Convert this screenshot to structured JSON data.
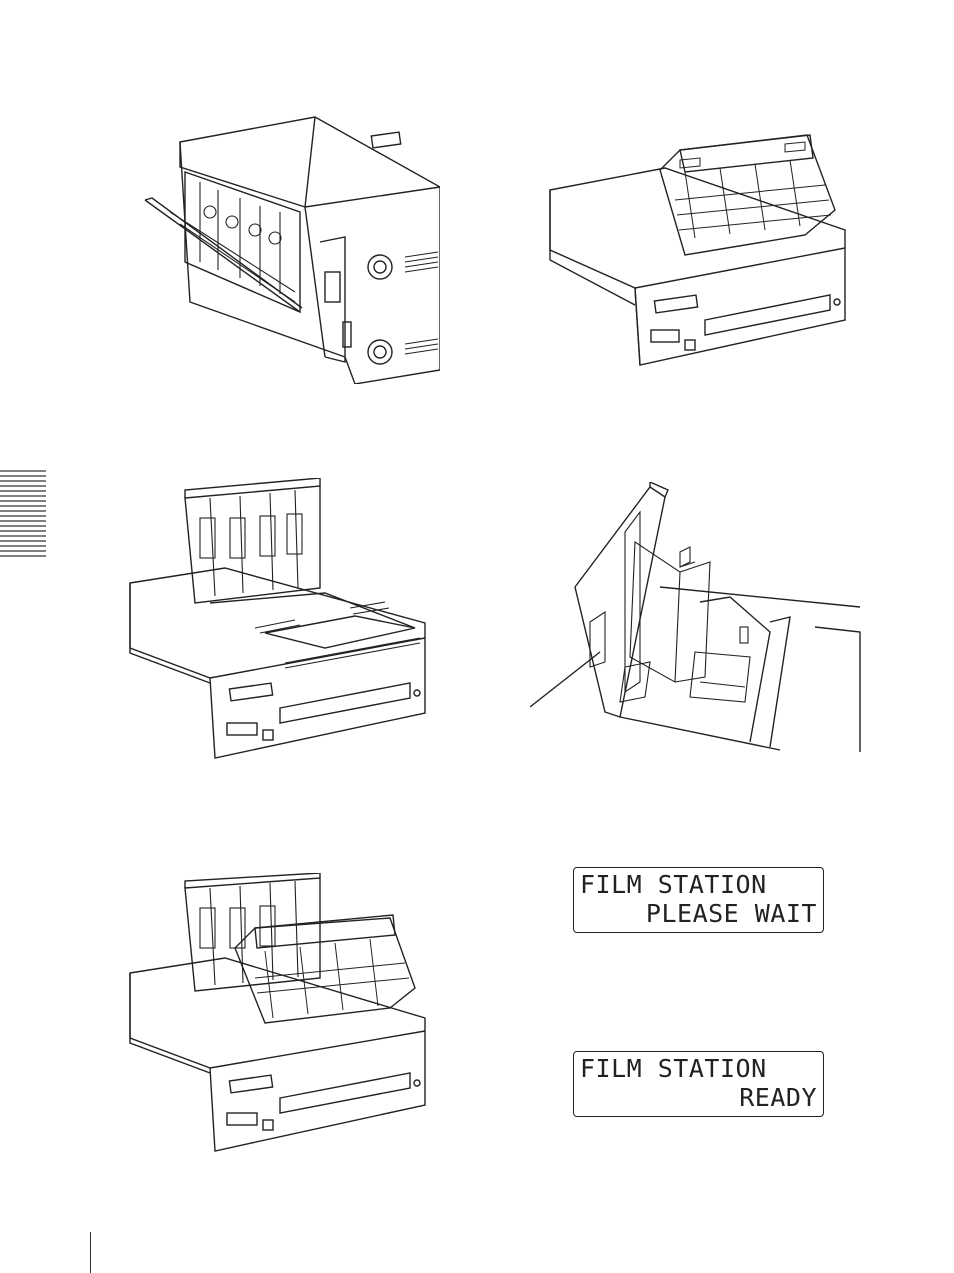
{
  "page": {
    "background": "#ffffff",
    "line_color": "#222222"
  },
  "figures": [
    {
      "id": "printer-rear-paper-tray",
      "icon": "printer-rear-view-illustration"
    },
    {
      "id": "printer-front-lid-open",
      "icon": "printer-front-lid-open-illustration"
    },
    {
      "id": "printer-film-door-open",
      "icon": "printer-film-door-open-illustration"
    },
    {
      "id": "film-cassette-closeup",
      "icon": "film-cassette-closeup-illustration"
    },
    {
      "id": "printer-both-open",
      "icon": "printer-both-open-illustration"
    }
  ],
  "lcd_displays": [
    {
      "line1": "FILM STATION",
      "line2": "PLEASE WAIT"
    },
    {
      "line1": "FILM STATION",
      "line2": "READY"
    }
  ]
}
